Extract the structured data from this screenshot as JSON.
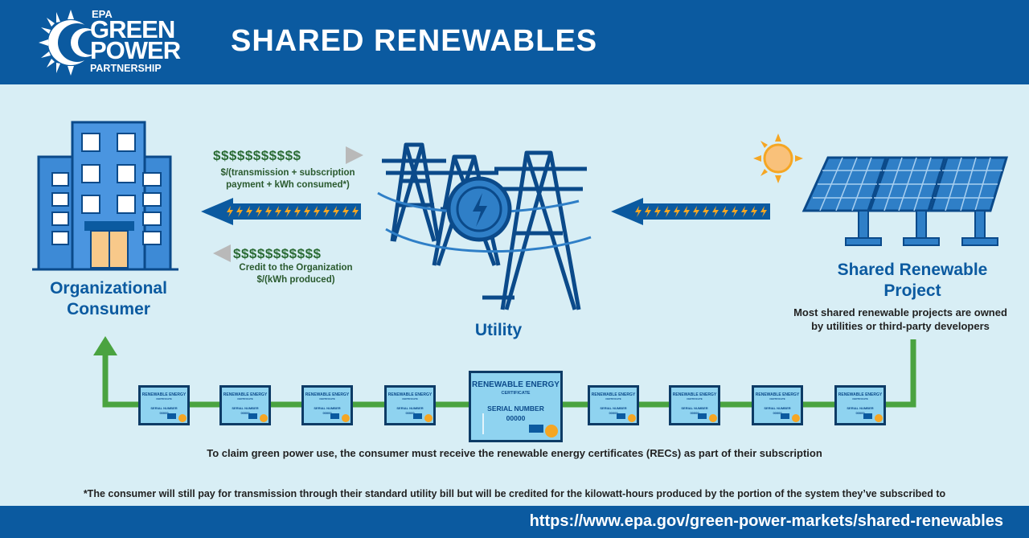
{
  "header": {
    "logo_epa": "EPA",
    "logo_green": "GREEN",
    "logo_power": "POWER",
    "logo_partnership": "PARTNERSHIP",
    "title": "SHARED RENEWABLES"
  },
  "nodes": {
    "consumer_line1": "Organizational",
    "consumer_line2": "Consumer",
    "utility": "Utility",
    "project_line1": "Shared Renewable",
    "project_line2": "Project",
    "project_desc_line1": "Most shared renewable projects are owned",
    "project_desc_line2": "by utilities or third-party developers"
  },
  "flows": {
    "payment_symbols": "$$$$$$$$$$$",
    "payment_caption_line1": "$/(transmission + subscription",
    "payment_caption_line2": "payment + kWh consumed*)",
    "credit_symbols": "$$$$$$$$$$$",
    "credit_caption_line1": "Credit to the Organization",
    "credit_caption_line2": "$/(kWh produced)"
  },
  "rec": {
    "small_title": "RENEWABLE ENERGY",
    "small_sub": "CERTIFICATE",
    "small_serial": "SERIAL NUMBER",
    "small_serial_value": "00000",
    "big_title": "RENEWABLE ENERGY",
    "big_sub": "CERTIFICATE",
    "big_serial": "SERIAL NUMBER",
    "big_serial_value": "00000",
    "caption": "To claim green power use, the consumer must receive the renewable energy certificates (RECs) as part of their subscription"
  },
  "footnote": "*The consumer will still pay for transmission through their standard utility bill but will be credited for the kilowatt-hours produced by the portion of the system they’ve subscribed to",
  "footer": {
    "url": "https://www.epa.gov/green-power-markets/shared-renewables"
  },
  "colors": {
    "brand_blue": "#0b5aa0",
    "background": "#d8eef5",
    "money_green": "#2a6b34",
    "rec_path_green": "#4aa340",
    "lightning": "#f5a623",
    "sun": "#f9b35a"
  }
}
